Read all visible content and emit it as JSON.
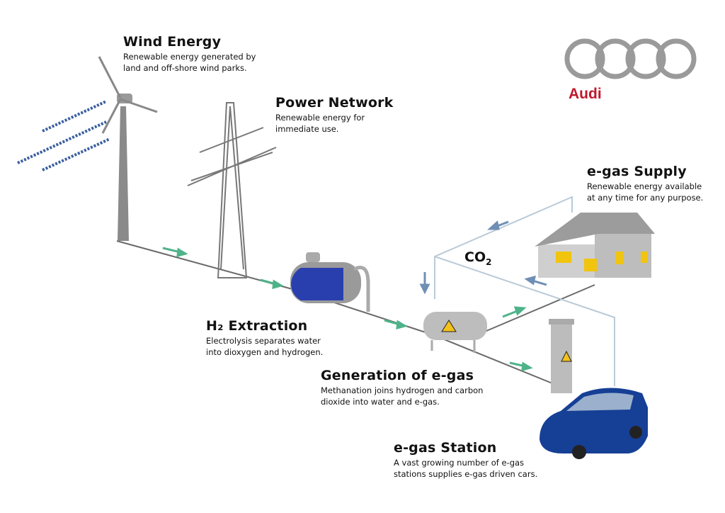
{
  "brand": {
    "name": "Audi",
    "color": "#c0172b"
  },
  "sections": {
    "wind": {
      "title": "Wind Energy",
      "line1": "Renewable energy generated by",
      "line2": "land and off-shore wind parks."
    },
    "power": {
      "title": "Power Network",
      "line1": "Renewable energy for",
      "line2": "immediate use."
    },
    "supply": {
      "title": "e-gas Supply",
      "line1": "Renewable energy available",
      "line2": "at any time for any purpose."
    },
    "h2": {
      "title": "H₂ Extraction",
      "line1": "Electrolysis separates water",
      "line2": "into dioxygen and hydrogen."
    },
    "generation": {
      "title": "Generation of e-gas",
      "line1": "Methanation joins hydrogen and carbon",
      "line2": "dioxide into water and e-gas."
    },
    "station": {
      "title": "e-gas Station",
      "line1": "A vast growing number of e-gas",
      "line2": "stations supplies e-gas driven cars."
    }
  },
  "co2": {
    "label": "CO",
    "sub": "2"
  },
  "colors": {
    "energy_arrow": "#4fb38a",
    "co2_arrow": "#6f8fb5",
    "pipe": "#b9cad8",
    "line": "#6a6a6a"
  }
}
